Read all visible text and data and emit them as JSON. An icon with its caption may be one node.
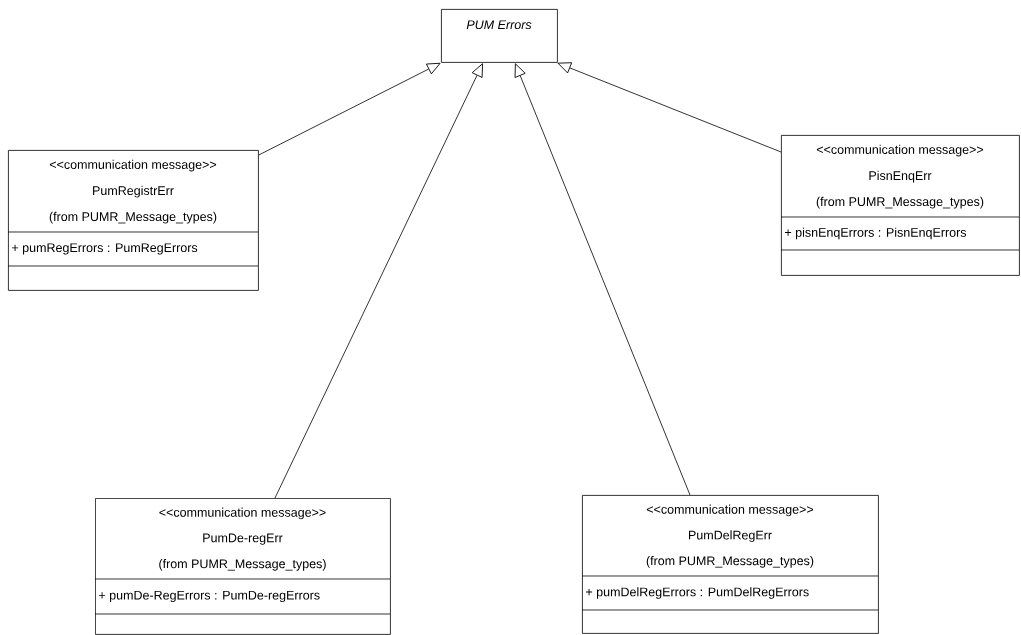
{
  "diagram": {
    "nodes": [
      {
        "text": [
          "PUM Errors"
        ]
      },
      {
        "text": [
          "<<communication message>>",
          "PumRegistrErr",
          "(from PUMR_Message_types)",
          "+ pumRegErrors : PumRegErrors"
        ]
      },
      {
        "text": [
          "<<communication message>>",
          "PisnEnqErr",
          "(from PUMR_Message_types)",
          "+ pisnEnqErrors : PisnEnqErrors"
        ]
      },
      {
        "text": [
          "<<communication message>>",
          "PumDe-regErr",
          "(from PUMR_Message_types)",
          "+ pumDe-RegErrors : PumDe-regErrors"
        ]
      },
      {
        "text": [
          "<<communication message>>",
          "PumDelRegErr",
          "(from PUMR_Message_types)",
          "+ pumDelRegErrors : PumDelRegErrors"
        ]
      }
    ],
    "edges": [
      {
        "from": 1,
        "to": 0,
        "arrow": "to"
      },
      {
        "from": 3,
        "to": 0,
        "arrow": "to"
      },
      {
        "from": 4,
        "to": 0,
        "arrow": "to"
      },
      {
        "from": 2,
        "to": 0,
        "arrow": "to"
      }
    ]
  }
}
